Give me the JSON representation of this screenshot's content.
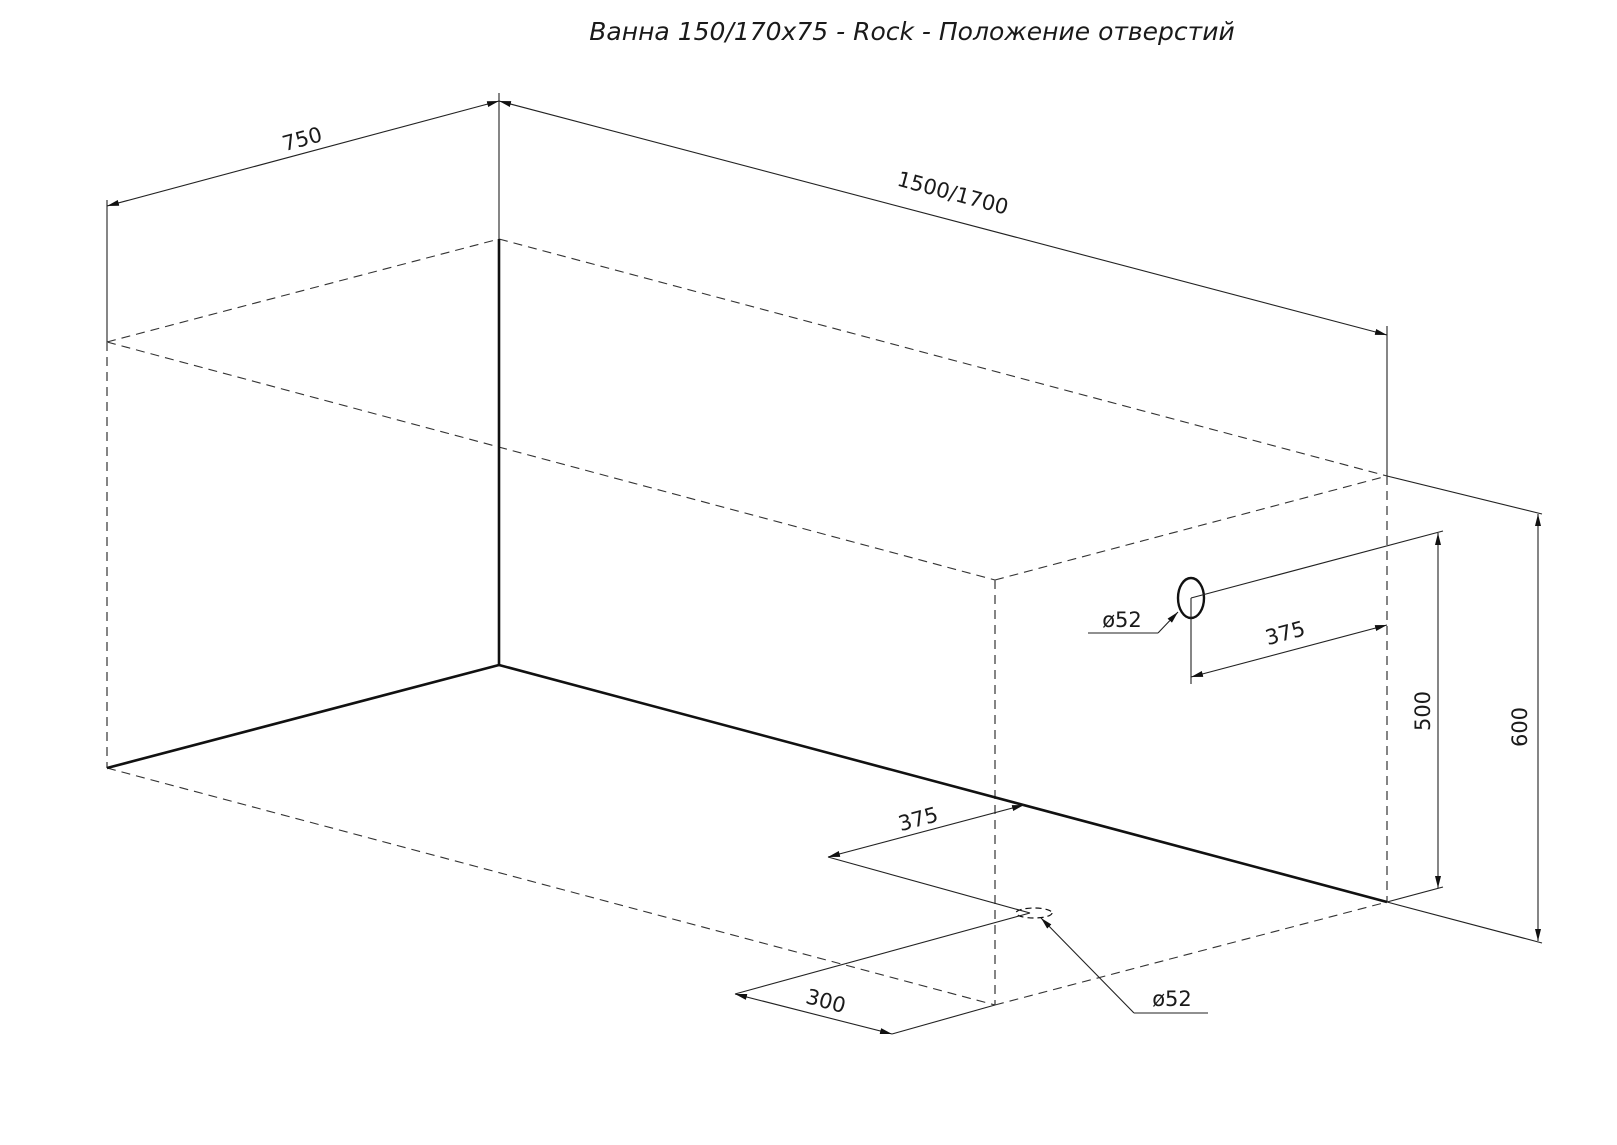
{
  "title": "Ванна 150/170x75 - Rock - Положение отверстий",
  "dimensions": {
    "width": "750",
    "length": "1500/1700",
    "height_total": "600",
    "height_hole": "500",
    "overflow_offset": "375",
    "overflow_diameter": "ø52",
    "drain_offset_length": "375",
    "drain_offset_width": "300",
    "drain_diameter": "ø52"
  }
}
